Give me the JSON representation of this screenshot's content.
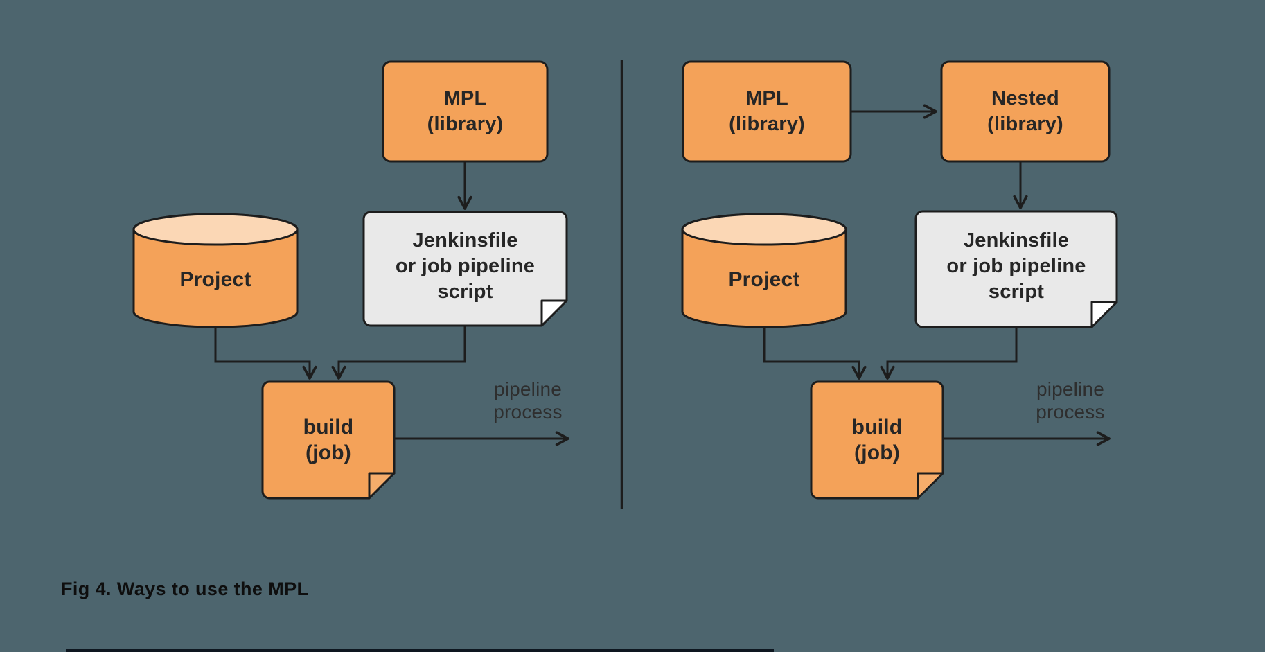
{
  "figure": {
    "caption": "Fig 4. Ways to use the MPL"
  },
  "colors": {
    "background": "#4d656e",
    "shape_orange": "#f4a259",
    "shape_orange_top": "#fbd7b5",
    "shape_gray": "#e9e9e9",
    "outline": "#1d1d1d",
    "text": "#262626"
  },
  "left": {
    "mpl_box": {
      "line1": "MPL",
      "line2": "(library)"
    },
    "jenkinsfile_note": {
      "line1": "Jenkinsfile",
      "line2": "or job pipeline",
      "line3": "script"
    },
    "project_cylinder": {
      "label": "Project"
    },
    "build_note": {
      "line1": "build",
      "line2": "(job)"
    },
    "pipeline_label": {
      "line1": "pipeline",
      "line2": "process"
    }
  },
  "right": {
    "mpl_box": {
      "line1": "MPL",
      "line2": "(library)"
    },
    "nested_box": {
      "line1": "Nested",
      "line2": "(library)"
    },
    "jenkinsfile_note": {
      "line1": "Jenkinsfile",
      "line2": "or job pipeline",
      "line3": "script"
    },
    "project_cylinder": {
      "label": "Project"
    },
    "build_note": {
      "line1": "build",
      "line2": "(job)"
    },
    "pipeline_label": {
      "line1": "pipeline",
      "line2": "process"
    }
  }
}
